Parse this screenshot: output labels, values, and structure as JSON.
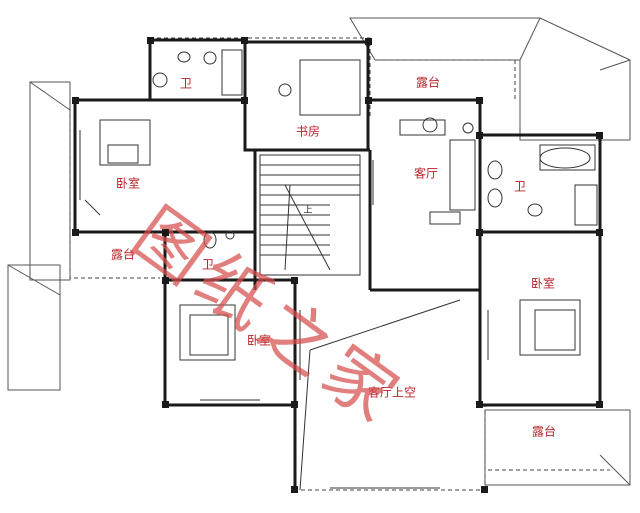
{
  "rooms": {
    "bath_top": "卫",
    "terrace_top": "露台",
    "study": "书房",
    "bedroom_left": "卧室",
    "living": "客厅",
    "bath_right": "卫",
    "stair_label": "上",
    "terrace_left": "露台",
    "bath_mid": "卫",
    "bedroom_right": "卧室",
    "bedroom_mid": "卧室",
    "void": "客厅上空",
    "terrace_bottom": "露台"
  },
  "watermark": "图纸之家",
  "colors": {
    "wall": "#1a1a1a",
    "label": "#b7232a",
    "watermark": "#d64e4e"
  }
}
